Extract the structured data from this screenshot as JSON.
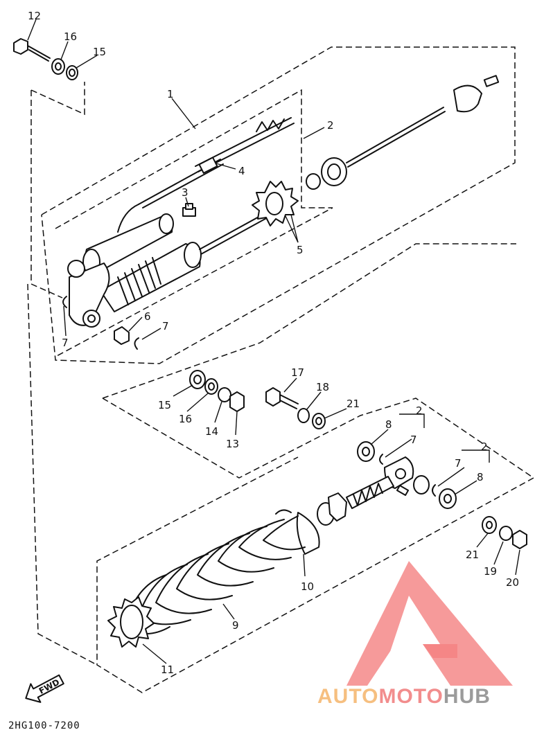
{
  "diagram": {
    "code": "2HG100-7200",
    "fwd_label": "FWD",
    "callouts": [
      "12",
      "16",
      "15",
      "1",
      "2",
      "4",
      "3",
      "5",
      "6",
      "7",
      "7",
      "15",
      "16",
      "14",
      "13",
      "17",
      "18",
      "21",
      "8",
      "2",
      "7",
      "2",
      "7",
      "8",
      "21",
      "19",
      "20",
      "10",
      "9",
      "11"
    ]
  },
  "watermark": {
    "auto": "AUTO",
    "moto": "MOTO",
    "hub": "HUB",
    "colors": {
      "auto": "#f5b46a",
      "moto": "#f07a7a",
      "hub": "#8a8a8a",
      "logo": "#f26b6b"
    }
  }
}
